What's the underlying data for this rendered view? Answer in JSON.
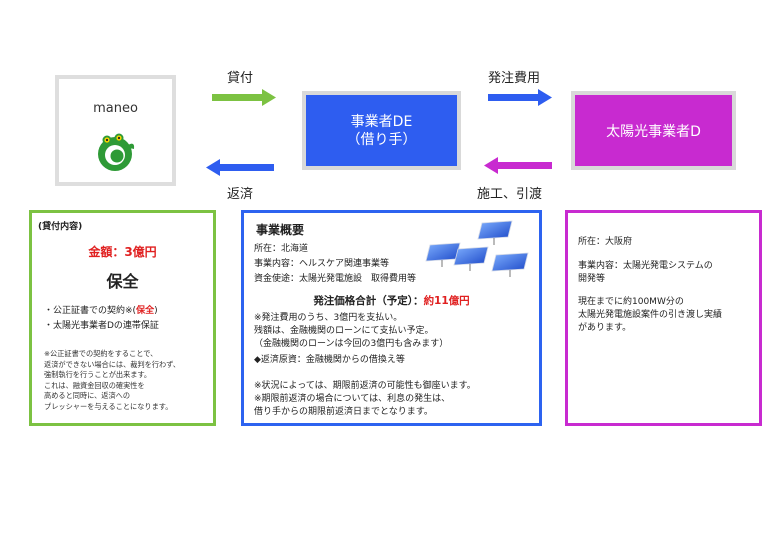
{
  "top": {
    "maneo_name": "maneo",
    "de_line1": "事業者DE",
    "de_line2": "（借り手）",
    "d_name": "太陽光事業者D"
  },
  "arrows": {
    "lend": "貸付",
    "repay": "返済",
    "order_cost": "発注費用",
    "construction": "施工、引渡"
  },
  "colors": {
    "green": "#7cc242",
    "blue": "#2e5df0",
    "magenta": "#c82ad0"
  },
  "loan_box": {
    "title": "(貸付内容)",
    "amount": "金額：3億円",
    "security_heading": "保全",
    "point1_prefix": "・公正証書での契約※(",
    "point1_highlight": "保全",
    "point1_suffix": ")",
    "point2": "・太陽光事業者Dの連帯保証",
    "note_lines": [
      "※公正証書での契約をすることで、",
      "返済ができない場合には、裁判を行わず、",
      "強制執行を行うことが出来ます。",
      "これは、融資金回収の確実性を",
      "高めると同時に、返済への",
      "プレッシャーを与えることになります。"
    ]
  },
  "overview_box": {
    "title": "事業概要",
    "location": "所在：北海道",
    "business": "事業内容：ヘルスケア関連事業等",
    "funds_use": "資金使途：太陽光発電施設　取得費用等",
    "total_label": "発注価格合計（予定）：",
    "total_value": "約11億円",
    "payment_lines": [
      "※発注費用のうち、3億円を支払い。",
      "残額は、金融機関のローンにて支払い予定。",
      "（金融機関のローンは今回の3億円も含みます）"
    ],
    "repay_source": "◆返済原資：金融機関からの借換え等",
    "early_lines": [
      "※状況によっては、期限前返済の可能性も御座います。",
      "※期限前返済の場合については、利息の発生は、",
      "借り手からの期限前返済日までとなります。"
    ]
  },
  "d_box": {
    "location": "所在：大阪府",
    "business_lines": [
      "事業内容：太陽光発電システムの",
      "開発等"
    ],
    "record_lines": [
      "現在までに約100MW分の",
      "太陽光発電施設案件の引き渡し実績",
      "があります。"
    ]
  }
}
